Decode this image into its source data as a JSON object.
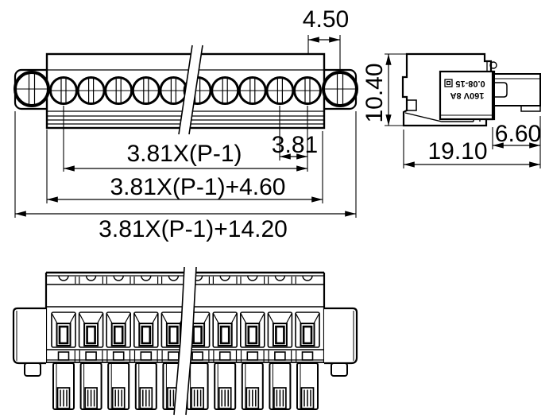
{
  "drawing": {
    "front_view": {
      "dim_flange_pitch": "4.50",
      "dim_pole_span": "3.81X(P-1)",
      "dim_pitch": "3.81",
      "dim_body_length": "3.81X(P-1)+4.60",
      "dim_overall_length": "3.81X(P-1)+14.20"
    },
    "side_view": {
      "dim_height": "10.40",
      "dim_depth": "19.10",
      "dim_plug_depth": "6.60",
      "marking_line1": "160V 8A",
      "marking_line2": "0.08-15",
      "marking_symbol_icon": "class-ii-insulation-icon"
    }
  }
}
